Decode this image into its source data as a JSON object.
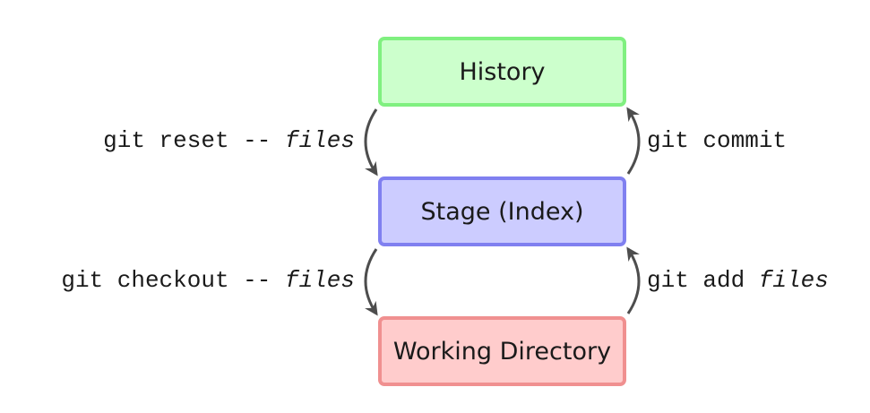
{
  "boxes": {
    "history": {
      "label": "History",
      "fill": "#ccffcc",
      "border": "#80f080"
    },
    "stage": {
      "label": "Stage (Index)",
      "fill": "#ccccff",
      "border": "#8080f0"
    },
    "working": {
      "label": "Working Directory",
      "fill": "#ffcccc",
      "border": "#f09090"
    }
  },
  "commands": {
    "reset": {
      "cmd": "git reset -- ",
      "arg": "files"
    },
    "checkout": {
      "cmd": "git checkout -- ",
      "arg": "files"
    },
    "commit": {
      "cmd": "git commit",
      "arg": ""
    },
    "add": {
      "cmd": "git add ",
      "arg": "files"
    }
  },
  "arrow_color": "#4d4d4d"
}
